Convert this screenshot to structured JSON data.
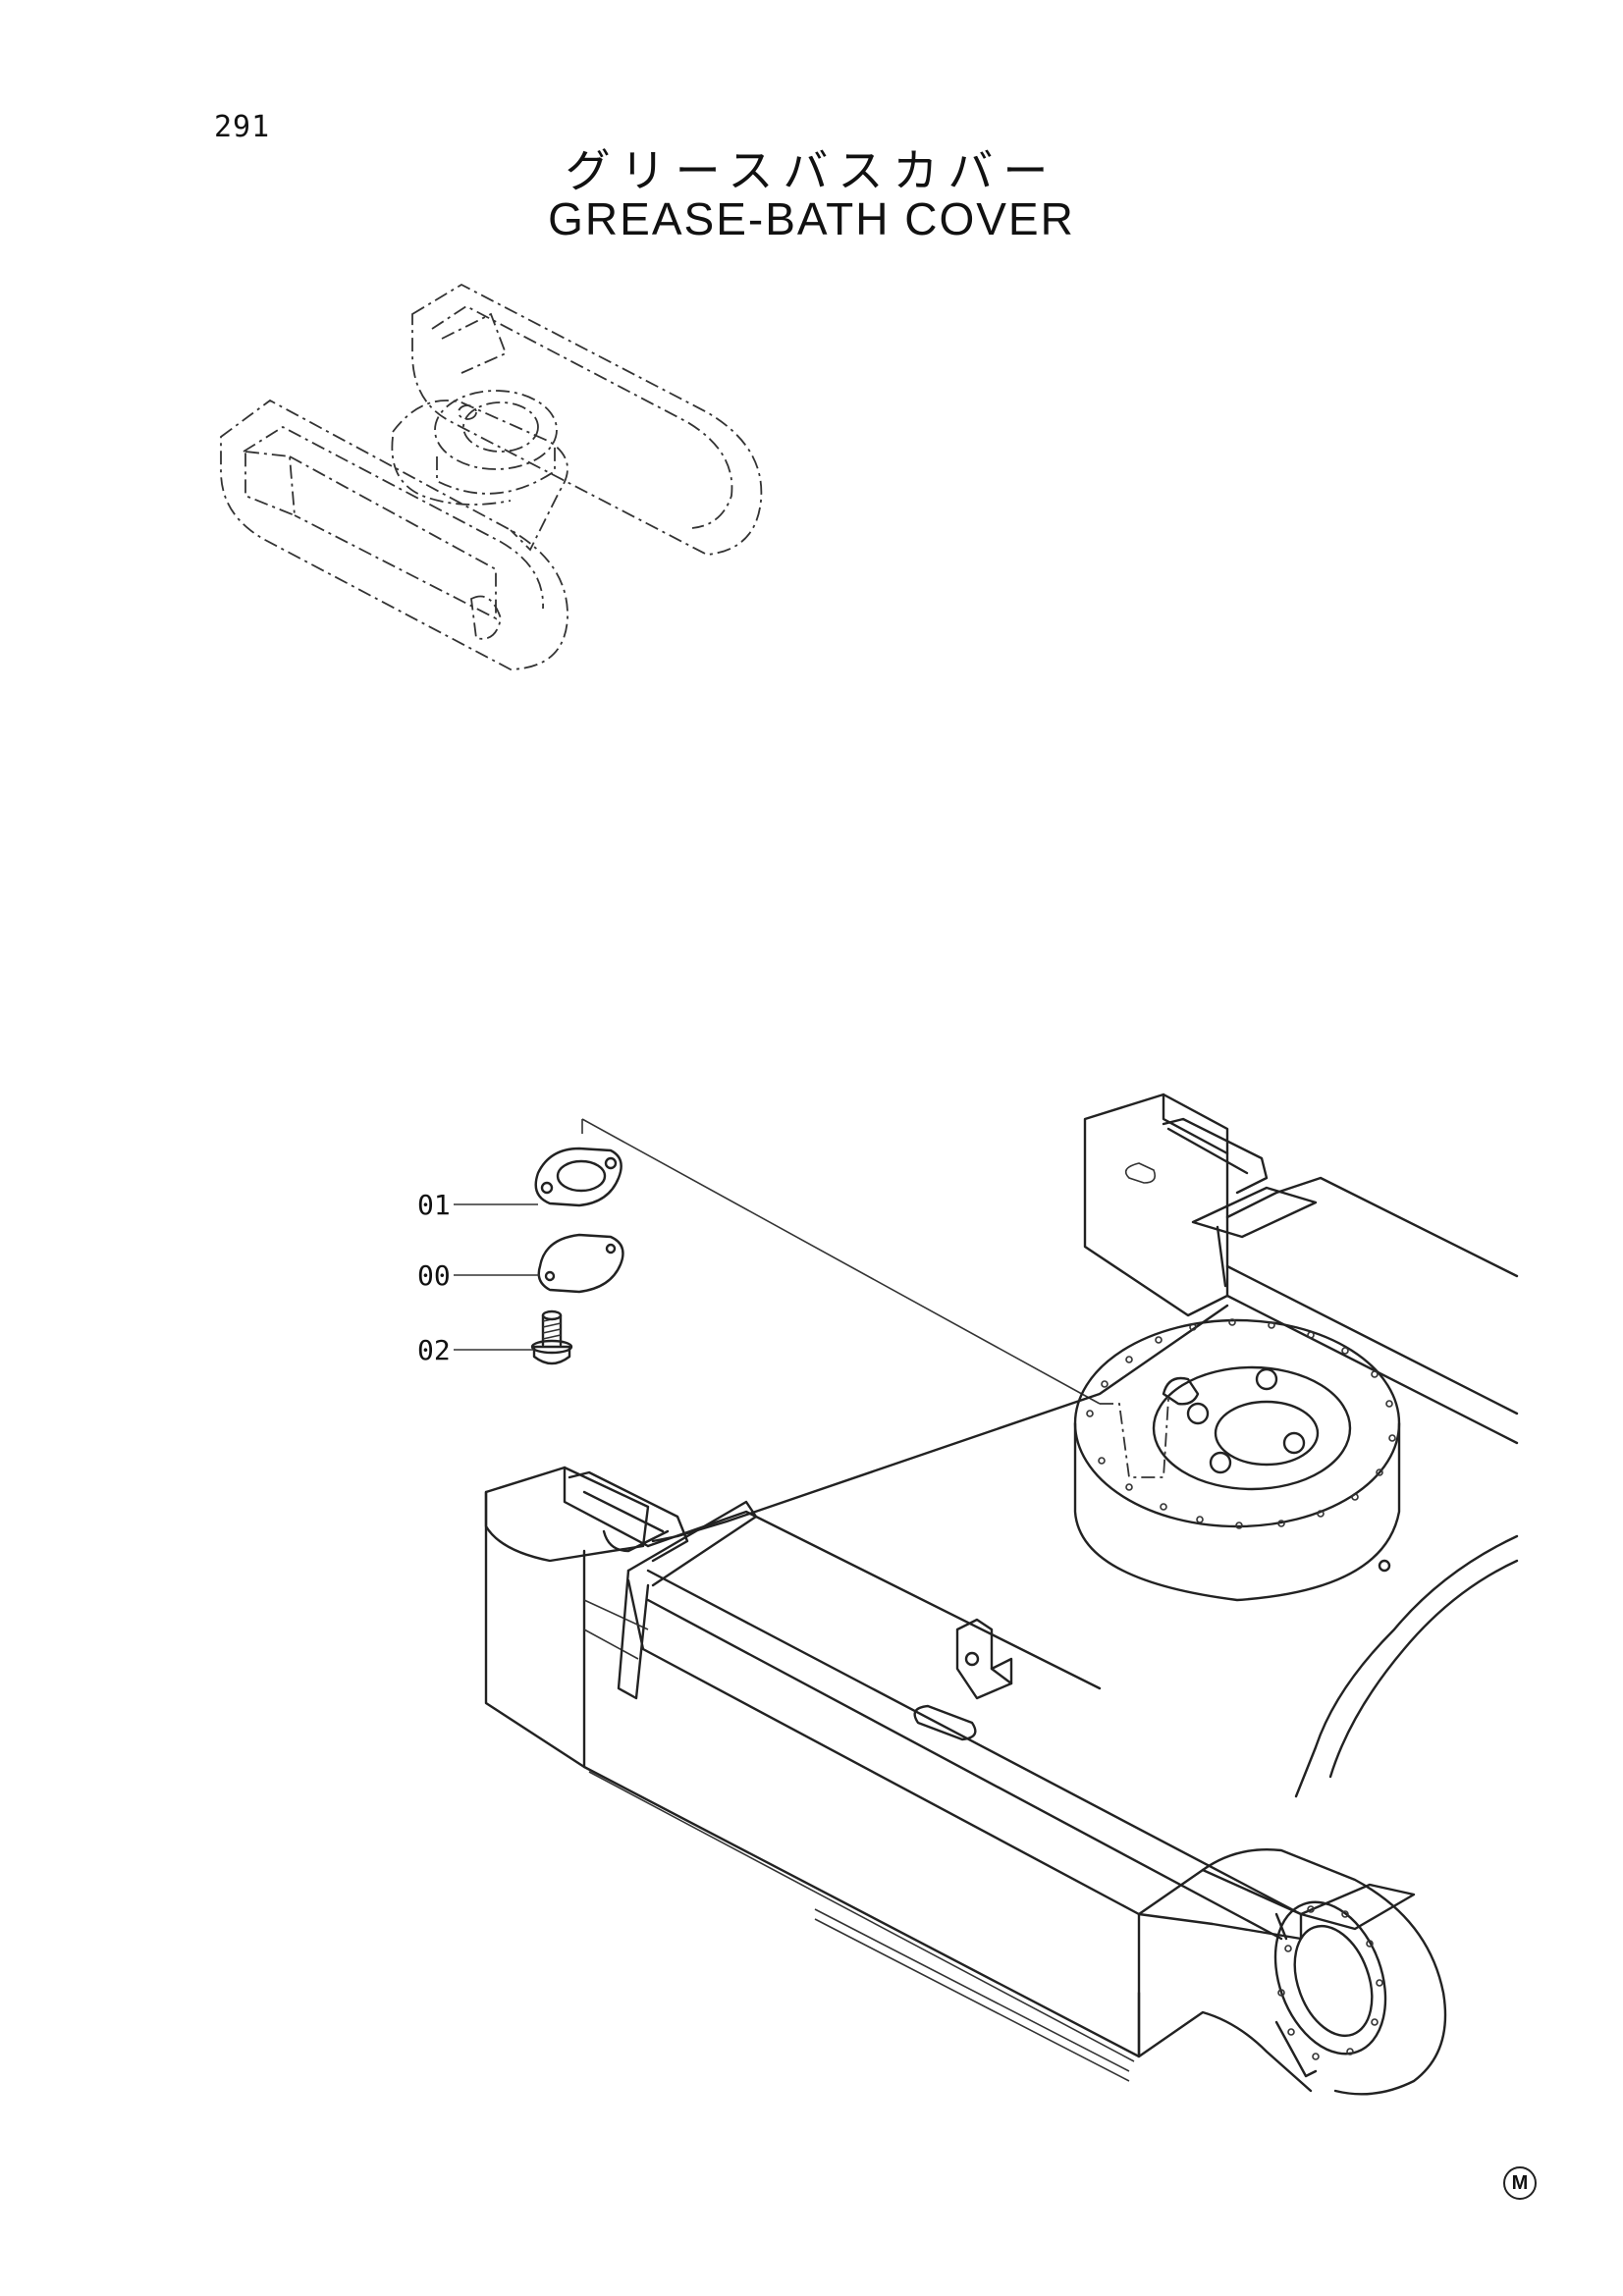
{
  "page": {
    "number": "291"
  },
  "title": {
    "japanese": "グリースバスカバー",
    "english": "GREASE-BATH COVER"
  },
  "callouts": [
    {
      "id": "01"
    },
    {
      "id": "00"
    },
    {
      "id": "02"
    }
  ],
  "mark": "M"
}
